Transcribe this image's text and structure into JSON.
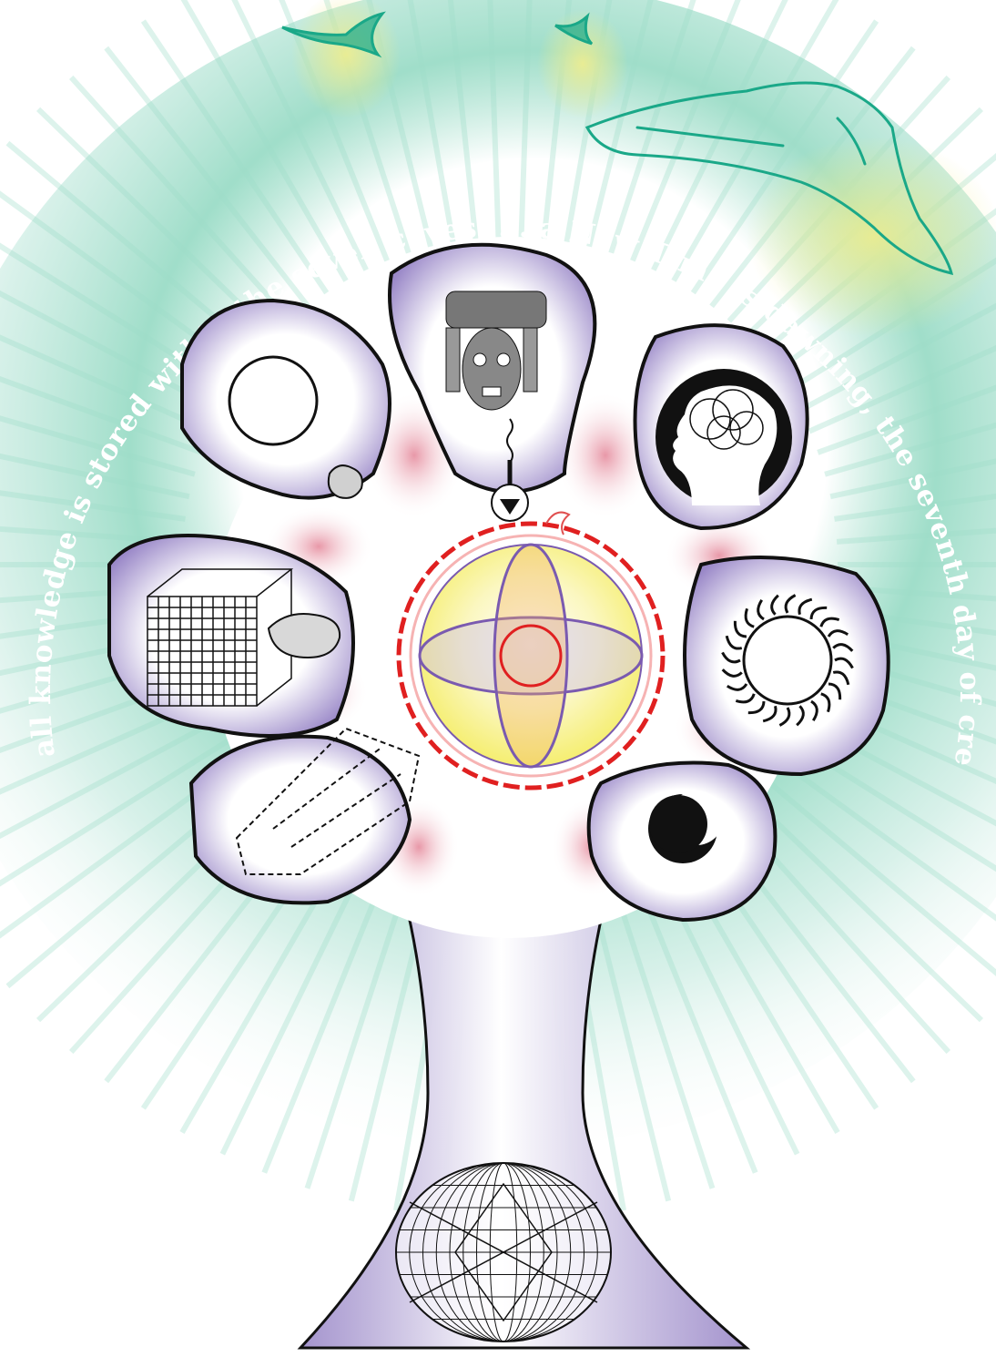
{
  "illustration": {
    "arc_caption": "all knowledge is stored within the seven caves. ... a New Time is dawning, the seventh day of creation",
    "elements": [
      "sunburst-background",
      "flying-birds",
      "tree-of-seven-caves",
      "mask-cave",
      "head-cave",
      "sun-cave",
      "crescent-moon-cave",
      "crystal-cave",
      "cube-grid-cave",
      "circle-cave",
      "central-sphere",
      "globe-crystal-root"
    ]
  },
  "colors": {
    "halo_green": "#8fd8c0",
    "halo_yellow": "#f4ee8a",
    "bird_teal": "#1aa888",
    "cave_purple": "#9a88c8",
    "cave_pink": "#e898a8",
    "sphere_yellow": "#f5ee70",
    "sphere_ring_red": "#e02020",
    "sphere_axis_purple": "#7a5ab0",
    "line_black": "#111111"
  }
}
